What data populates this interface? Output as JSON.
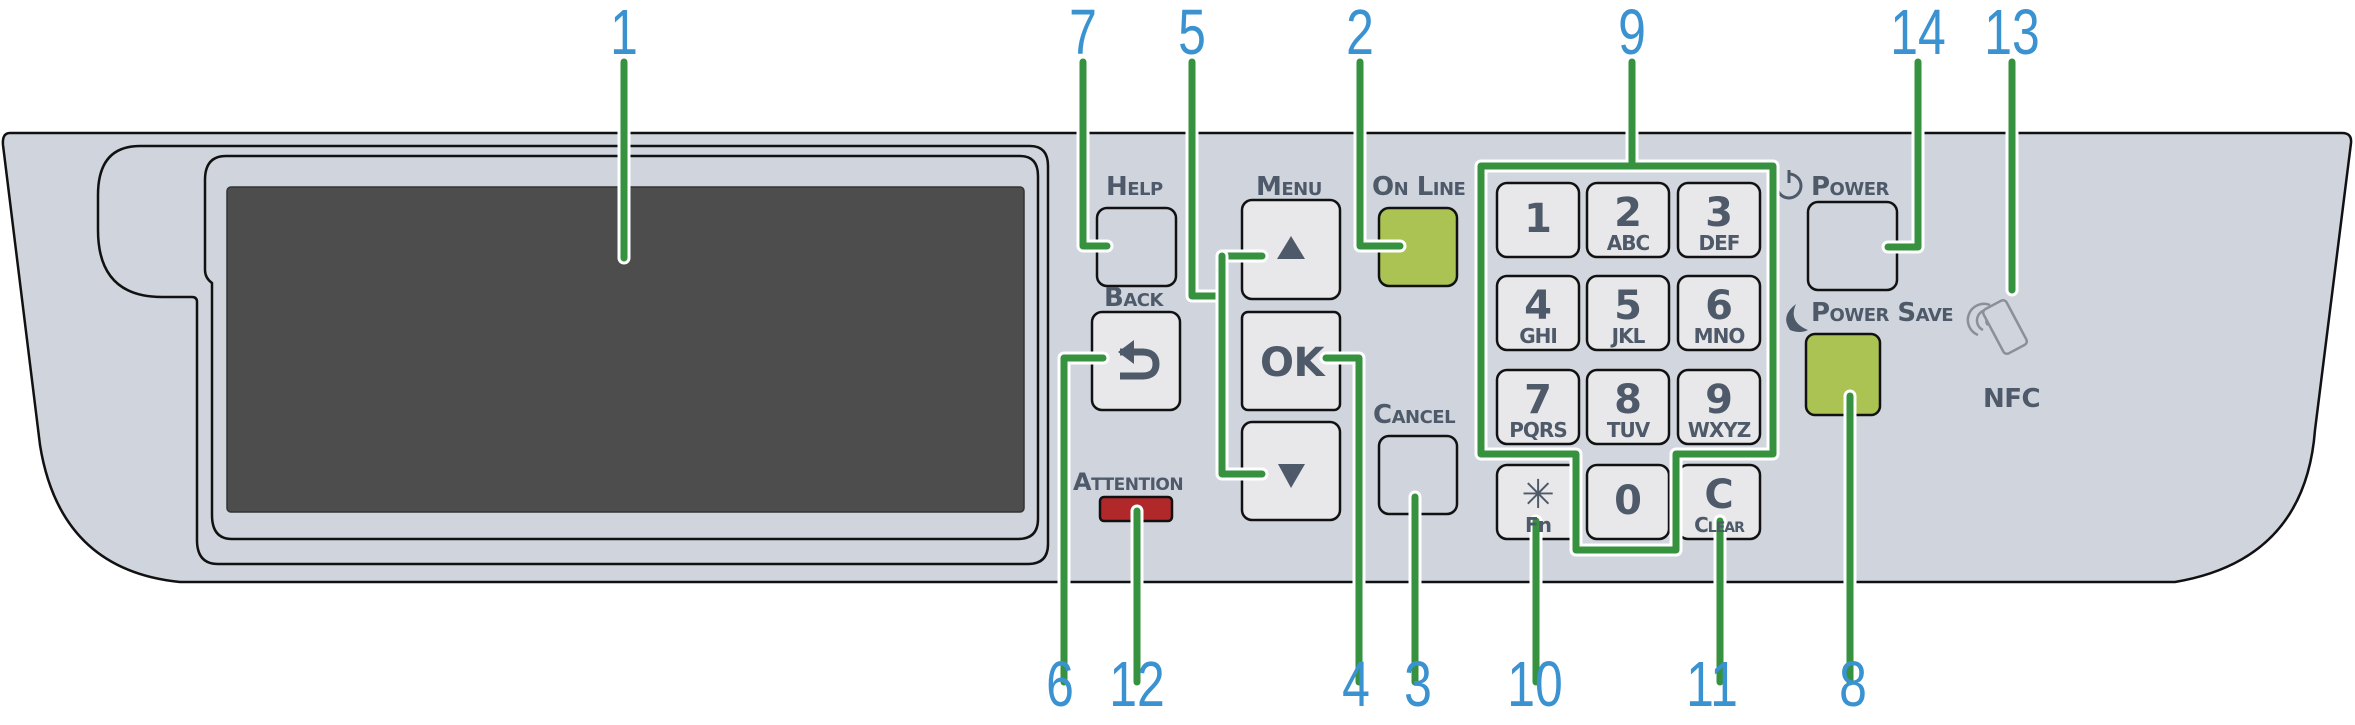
{
  "diagram": {
    "title": "Printer operator panel",
    "colors": {
      "panel": "#cfd4dd",
      "button": "#e8e8ea",
      "screen": "#4d4d4d",
      "green_button": "#abc352",
      "attention_led": "#b0282a",
      "leader": "#36923e",
      "callout_text": "#3a92d0",
      "label_text": "#4e5a69"
    },
    "callouts": [
      {
        "n": "1",
        "target": "touch-screen"
      },
      {
        "n": "2",
        "target": "online-button"
      },
      {
        "n": "3",
        "target": "cancel-button"
      },
      {
        "n": "4",
        "target": "ok-button"
      },
      {
        "n": "5",
        "target": "scroll-buttons"
      },
      {
        "n": "6",
        "target": "back-button"
      },
      {
        "n": "7",
        "target": "help-button"
      },
      {
        "n": "8",
        "target": "power-save-button"
      },
      {
        "n": "9",
        "target": "numeric-keypad"
      },
      {
        "n": "10",
        "target": "fn-key"
      },
      {
        "n": "11",
        "target": "clear-key"
      },
      {
        "n": "12",
        "target": "attention-lamp"
      },
      {
        "n": "13",
        "target": "nfc-reader"
      },
      {
        "n": "14",
        "target": "power-button"
      }
    ],
    "labels": {
      "help": "Help",
      "back": "Back",
      "menu": "Menu",
      "online": "On Line",
      "cancel": "Cancel",
      "attention": "Attention",
      "power": "Power",
      "power_save": "Power Save",
      "nfc": "NFC",
      "ok": "OK"
    },
    "icons": {
      "up": "▲",
      "down": "▼",
      "back": "back-arrow-icon",
      "power": "power-icon",
      "moon": "moon-icon",
      "nfc": "nfc-icon"
    },
    "keypad": [
      {
        "digit": "1",
        "letters": ""
      },
      {
        "digit": "2",
        "letters": "ABC"
      },
      {
        "digit": "3",
        "letters": "DEF"
      },
      {
        "digit": "4",
        "letters": "GHI"
      },
      {
        "digit": "5",
        "letters": "JKL"
      },
      {
        "digit": "6",
        "letters": "MNO"
      },
      {
        "digit": "7",
        "letters": "PQRS"
      },
      {
        "digit": "8",
        "letters": "TUV"
      },
      {
        "digit": "9",
        "letters": "WXYZ"
      },
      {
        "digit": "✳",
        "letters": "Fn"
      },
      {
        "digit": "0",
        "letters": ""
      },
      {
        "digit": "C",
        "letters": "Clear"
      }
    ]
  }
}
